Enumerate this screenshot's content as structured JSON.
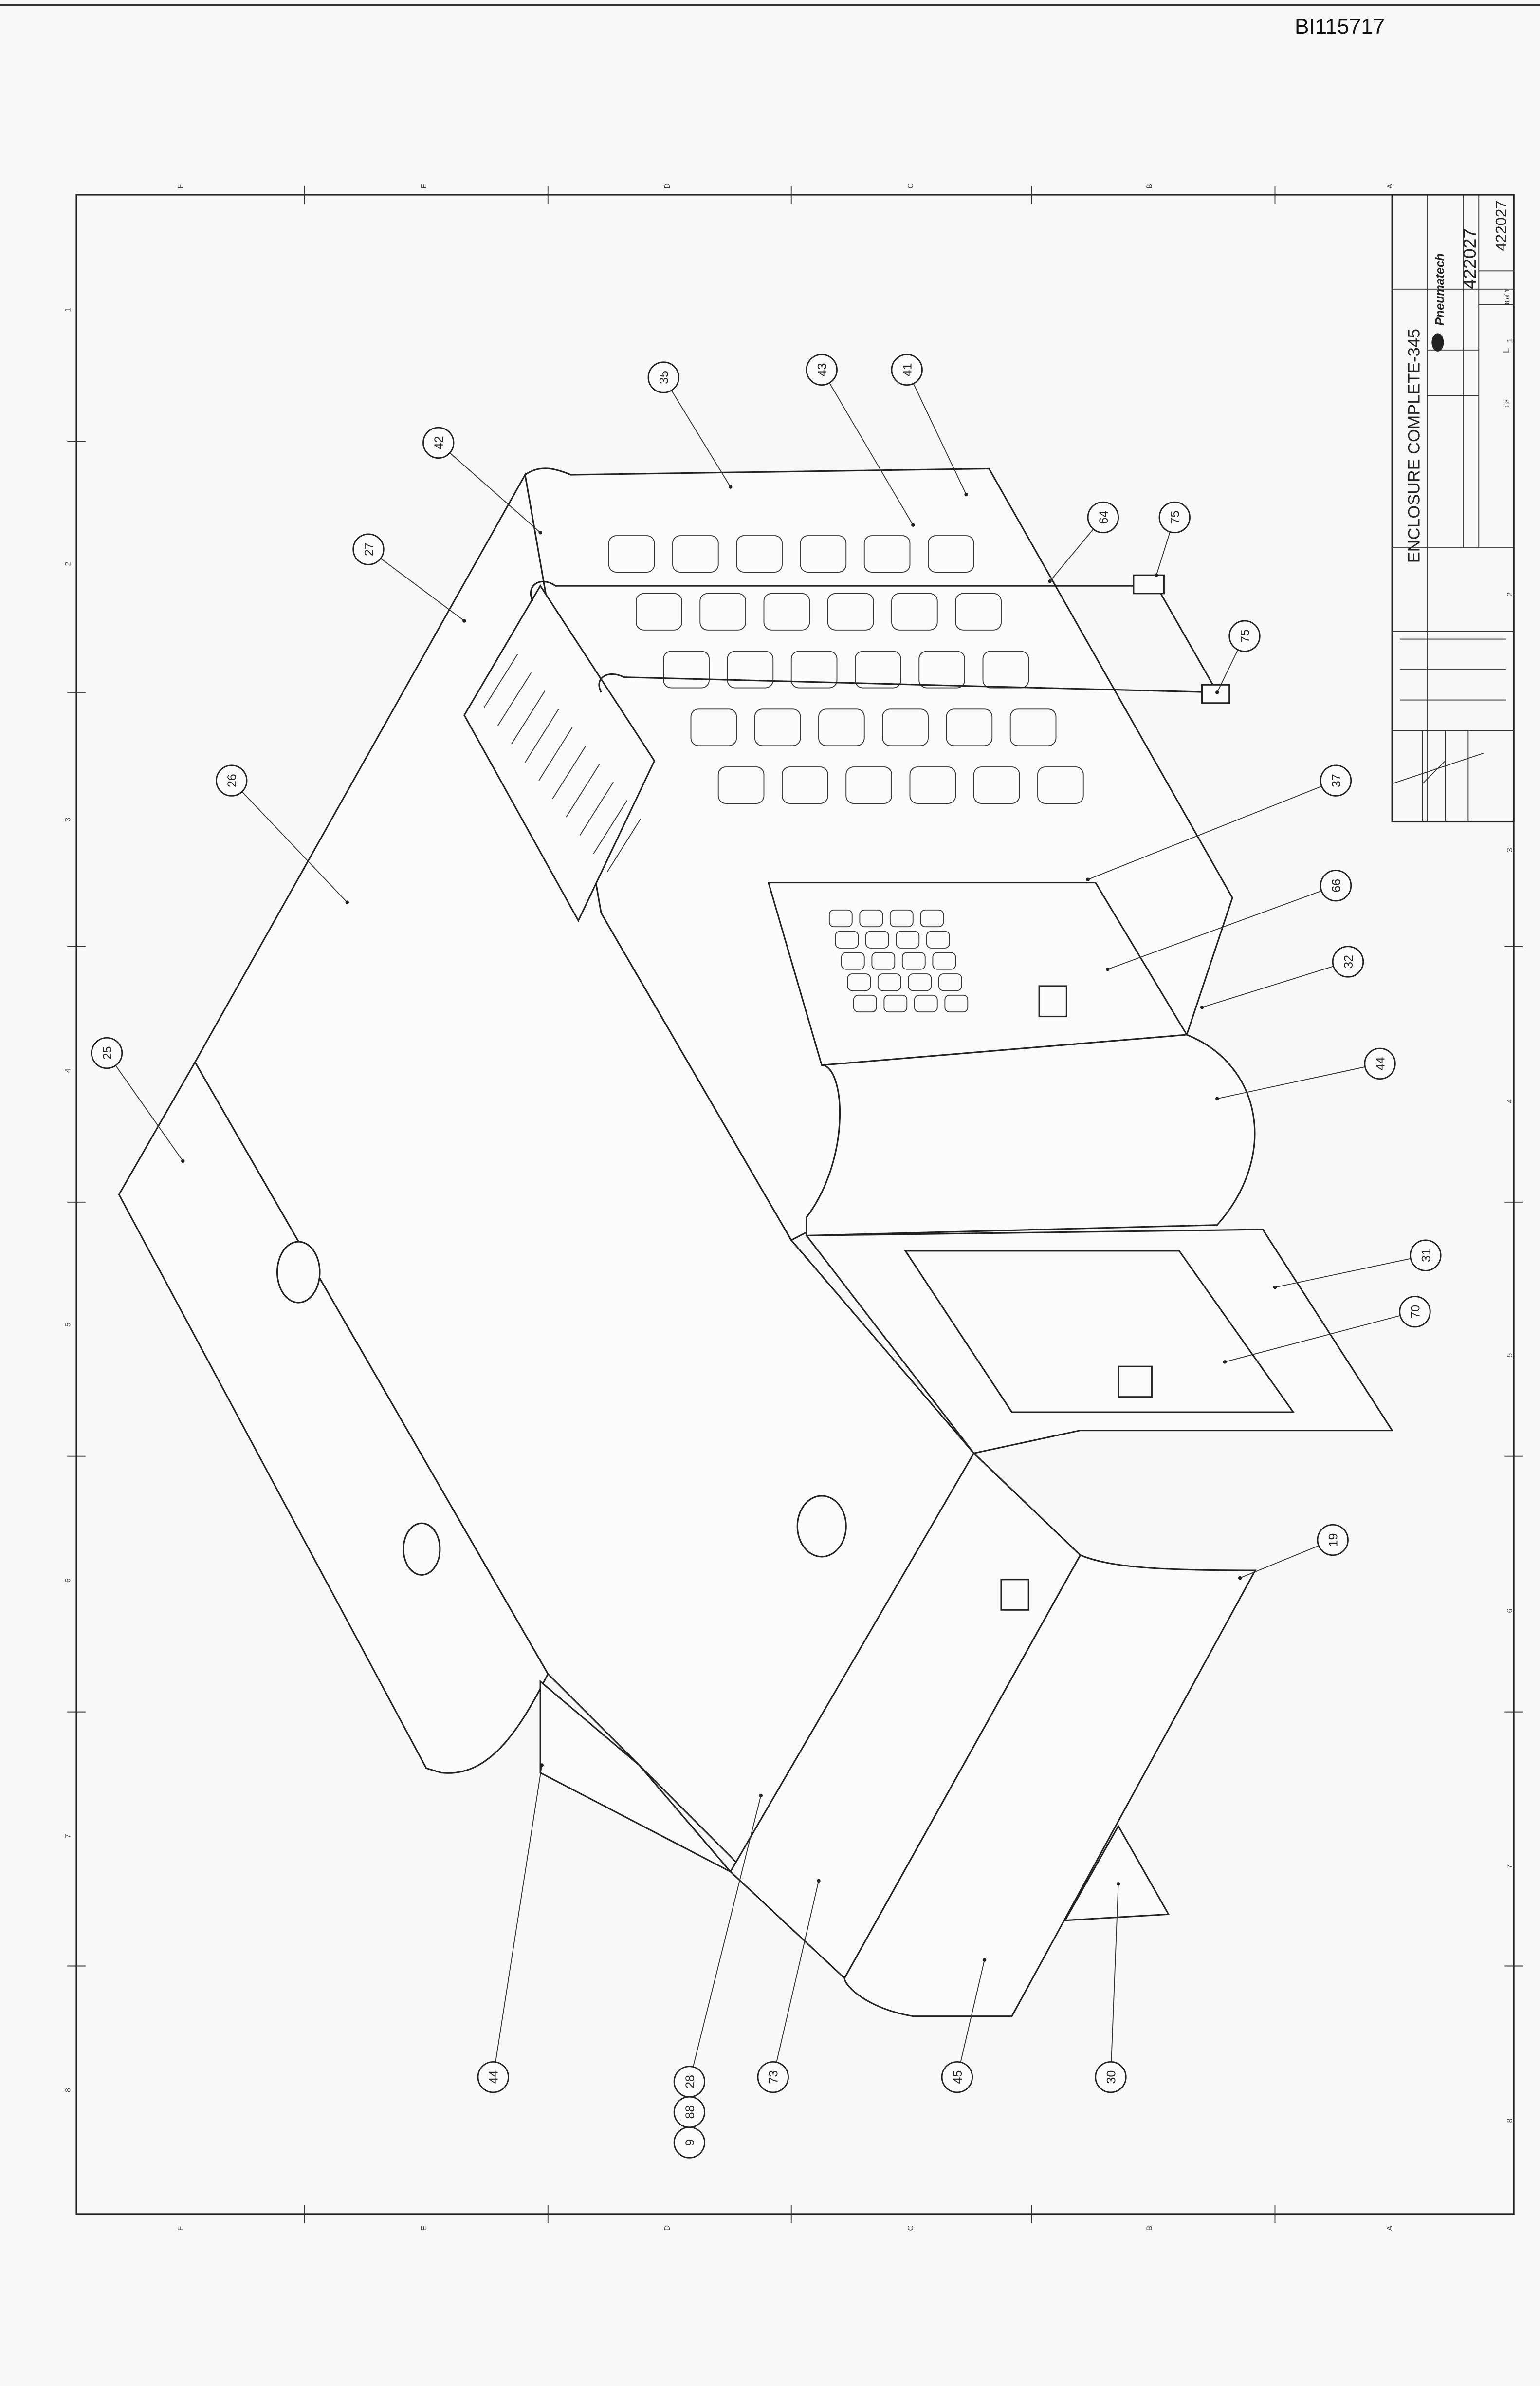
{
  "document_id": "BI115717",
  "title_block": {
    "title": "ENCLOSURE COMPLETE-345",
    "drawing_number": "422027",
    "drawing_number_repeat": "422027",
    "sheet": "8 of 1",
    "size": "L",
    "scale": "1:8",
    "brand_logo_text": "Pneumatech"
  },
  "zone_markers": {
    "top": [
      "F",
      "E",
      "D",
      "C",
      "B",
      "A"
    ],
    "bottom": [
      "F",
      "E",
      "D",
      "C",
      "B",
      "A"
    ],
    "left": [
      "1",
      "2",
      "3",
      "4",
      "5",
      "6",
      "7",
      "8"
    ],
    "right": [
      "1",
      "2",
      "3",
      "4",
      "5",
      "6",
      "7",
      "8"
    ]
  },
  "balloons": [
    {
      "label": "35"
    },
    {
      "label": "43"
    },
    {
      "label": "41"
    },
    {
      "label": "42"
    },
    {
      "label": "27"
    },
    {
      "label": "64"
    },
    {
      "label": "75"
    },
    {
      "label": "75"
    },
    {
      "label": "26"
    },
    {
      "label": "37"
    },
    {
      "label": "66"
    },
    {
      "label": "32"
    },
    {
      "label": "25"
    },
    {
      "label": "44"
    },
    {
      "label": "31"
    },
    {
      "label": "70"
    },
    {
      "label": "19"
    },
    {
      "label": "44"
    },
    {
      "label": "73"
    },
    {
      "label": "45"
    },
    {
      "label": "30"
    },
    {
      "label": "28"
    },
    {
      "label": "88"
    },
    {
      "label": "9"
    }
  ]
}
